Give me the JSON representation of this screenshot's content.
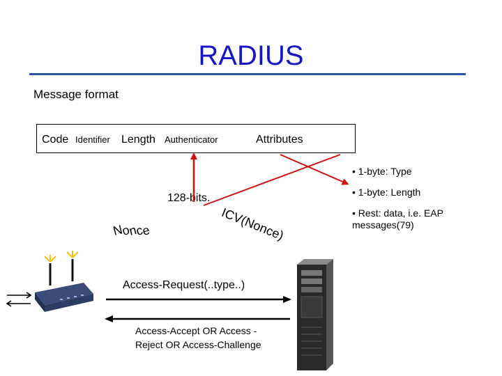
{
  "title": "RADIUS",
  "subtitle": "Message format",
  "fields": {
    "code": "Code",
    "identifier": "Identifier",
    "length": "Length",
    "authenticator": "Authenticator",
    "attributes": "Attributes"
  },
  "bullets": [
    "• 1-byte: Type",
    "• 1-byte: Length",
    "• Rest: data, i.e. EAP messages(79)"
  ],
  "annotations": {
    "bits": "128-bits.",
    "nonce": "Nonce",
    "icv": "ICV(Nonce)"
  },
  "messages": {
    "request": "Access-Request(..type..)",
    "response": "Access-Accept OR Access -Reject OR Access-Challenge"
  },
  "colors": {
    "title": "#1515c8",
    "rule": "#2b4ea8",
    "arrow_red": "#d01010"
  }
}
